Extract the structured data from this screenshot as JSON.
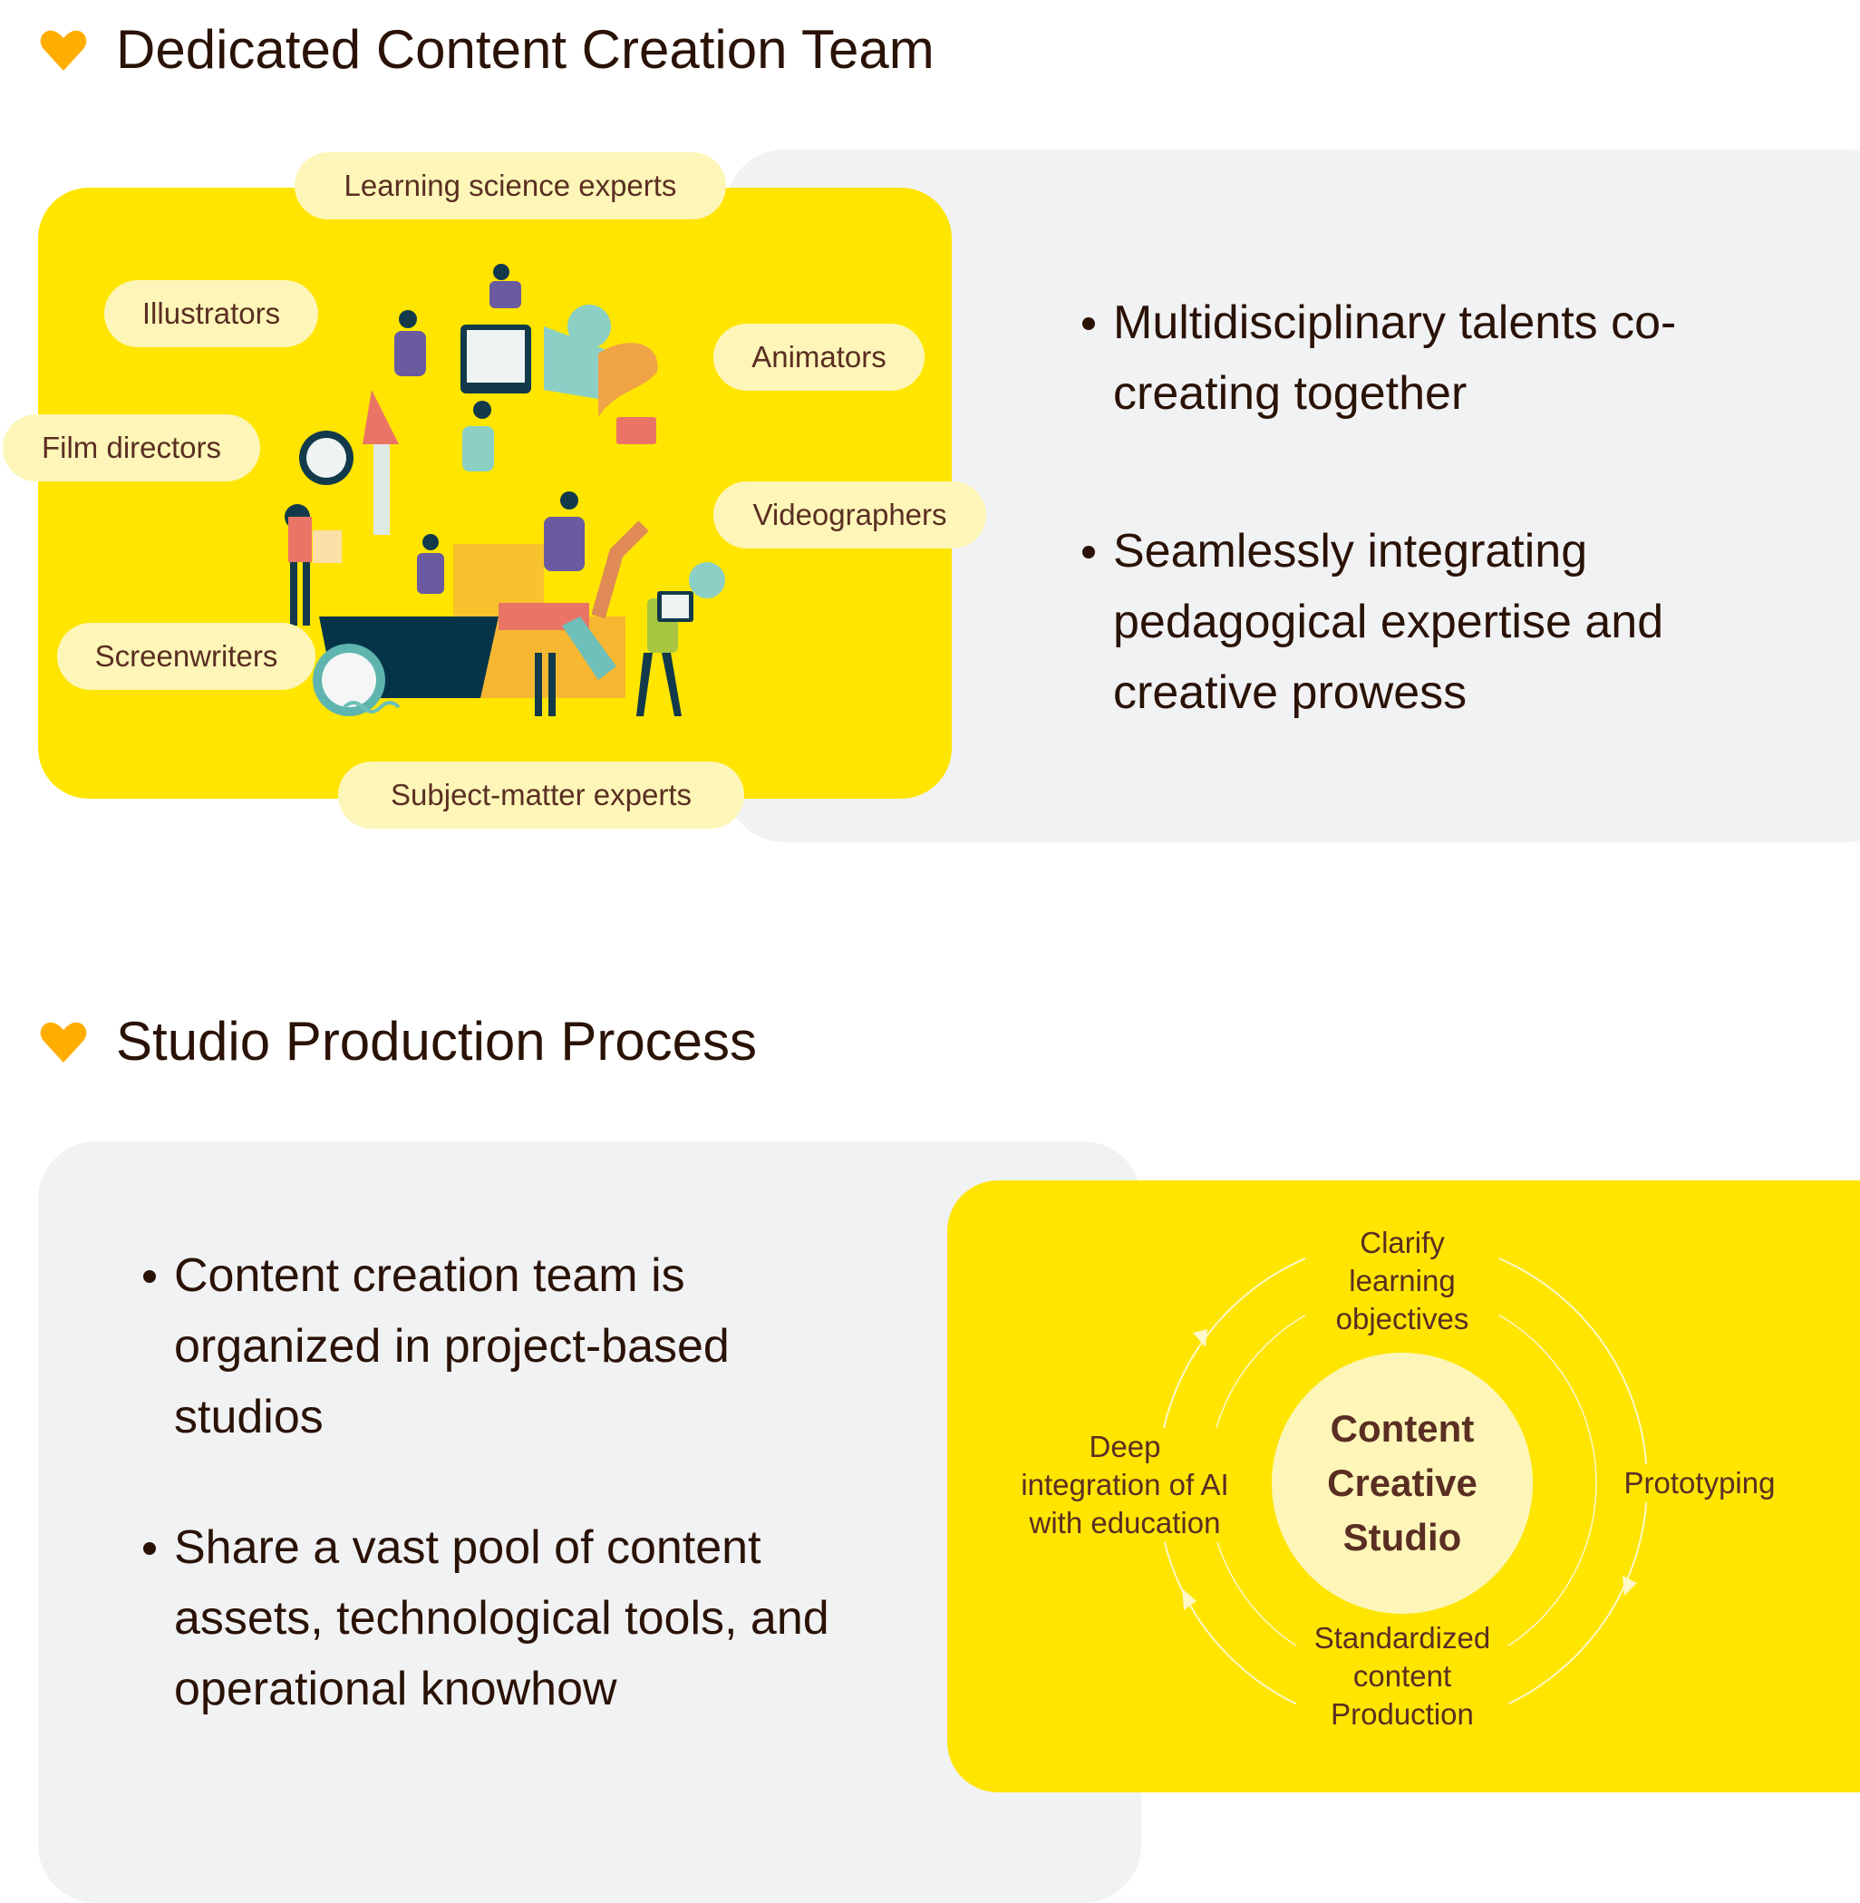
{
  "section1": {
    "title": "Dedicated Content Creation Team",
    "icon": "heart-icon",
    "roles": [
      "Learning science experts",
      "Illustrators",
      "Animators",
      "Film directors",
      "Videographers",
      "Screenwriters",
      "Subject-matter experts"
    ],
    "bullets": [
      "Multidisciplinary talents co-creating together",
      "Seamlessly integrating pedagogical expertise and creative prowess"
    ]
  },
  "section2": {
    "title": "Studio Production Process",
    "icon": "heart-icon",
    "bullets": [
      "Content creation team is organized in project-based studios",
      "Share a vast pool of content assets, technological tools, and operational knowhow"
    ],
    "cycle": {
      "center": "Content\nCreative\nStudio",
      "steps": [
        "Clarify\nlearning\nobjectives",
        "Prototyping",
        "Standardized\ncontent\nProduction",
        "Deep\nintegration of AI\nwith education"
      ]
    }
  },
  "colors": {
    "yellow": "#ffe500",
    "chip": "#fdf6b8",
    "gray": "#f1f2f4",
    "heart": "#ffad00",
    "text": "#2a1206"
  }
}
